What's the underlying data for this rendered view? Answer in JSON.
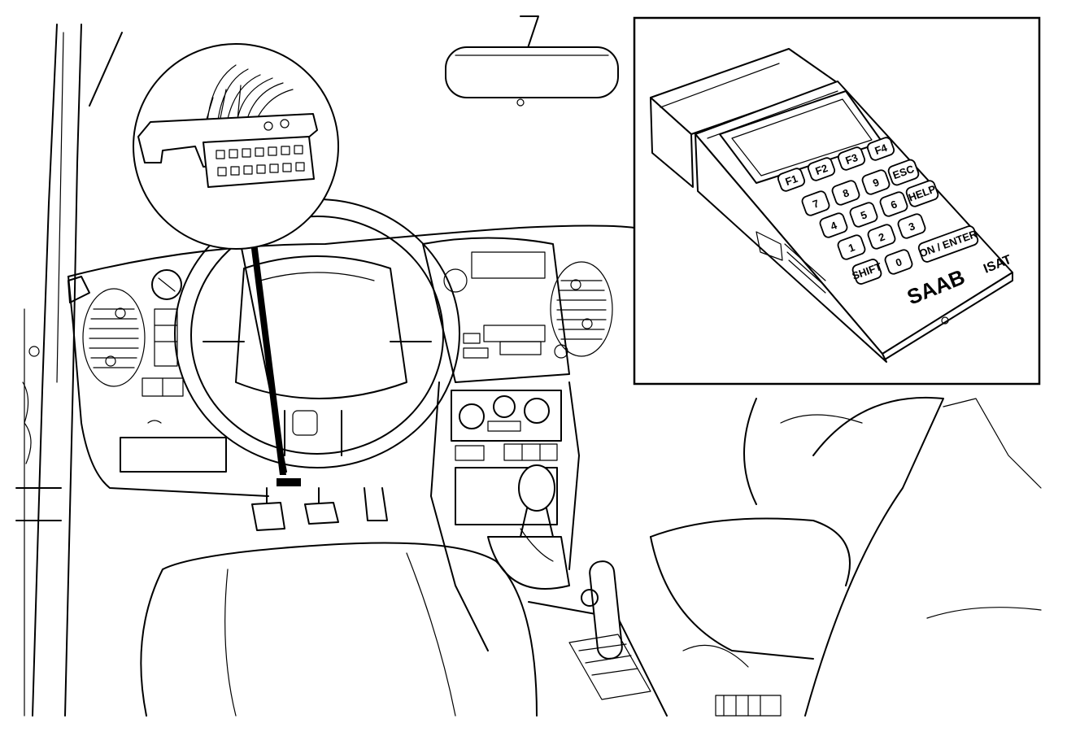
{
  "tester": {
    "brand": "SAAB",
    "model": "ISAT",
    "keys": [
      "F1",
      "F2",
      "F3",
      "F4",
      "7",
      "8",
      "9",
      "ESC",
      "4",
      "5",
      "6",
      "HELP",
      "1",
      "2",
      "3",
      "0",
      "ON / ENTER",
      "SHIFT"
    ]
  }
}
